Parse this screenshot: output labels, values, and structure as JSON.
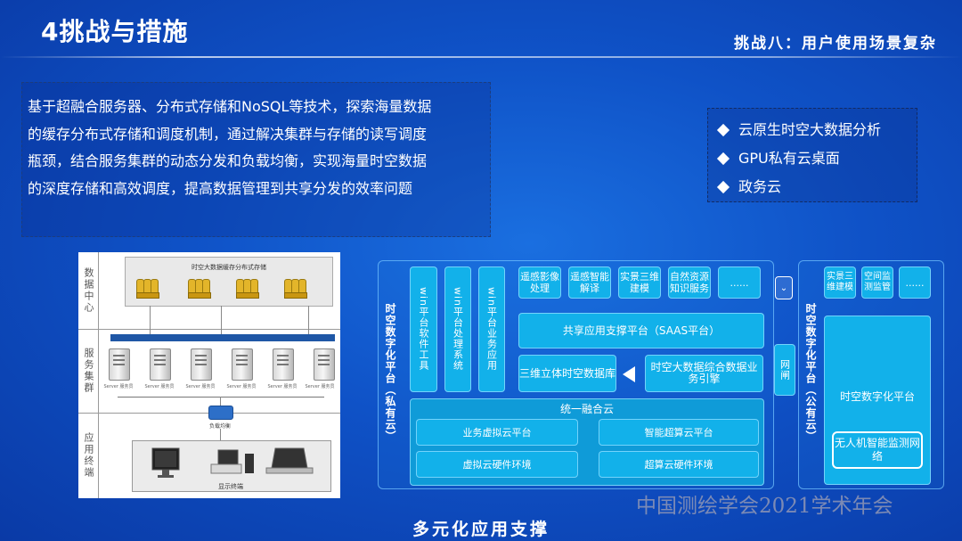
{
  "header": {
    "title": "4挑战与措施",
    "subtitle": "挑战八：用户使用场景复杂"
  },
  "description_lines": [
    "基于超融合服务器、分布式存储和NoSQL等技术，探索海量数据",
    "的缓存分布式存储和调度机制，通过解决集群与存储的读写调度",
    "瓶颈，结合服务集群的动态分发和负载均衡，实现海量时空数据",
    "的深度存储和高效调度，提高数据管理到共享分发的效率问题"
  ],
  "bullets": [
    "云原生时空大数据分析",
    "GPU私有云桌面",
    "政务云"
  ],
  "left_diagram": {
    "rows": [
      "数据中心",
      "服务集群",
      "应用终端"
    ],
    "storage_label": "时空大数据缓存分布式存储",
    "server_labels": [
      "Server 服务员",
      "Server 服务员",
      "Server 服务员",
      "Server 服务员",
      "Server 服务员",
      "Server 服务员"
    ],
    "switch_label": "负载均衡",
    "terminal_label": "显示终端"
  },
  "private_cloud": {
    "side_label": "时空数字化平台（私有云）",
    "win_tools": [
      "win平台软件工具",
      "win平台处理系统",
      "win平台业务应用"
    ],
    "top_services": [
      "遥感影像处理",
      "遥感智能解译",
      "实景三维建模",
      "自然资源知识服务",
      "......"
    ],
    "saas": "共享应用支撑平台（SAAS平台）",
    "db3d": "三维立体时空数据库",
    "bigdata_engine": "时空大数据综合数据业务引擎",
    "unified_cloud": "统一融合云",
    "virtual_cloud": "业务虚拟云平台",
    "supercomp_cloud": "智能超算云平台",
    "virtual_hw": "虚拟云硬件环境",
    "supercomp_hw": "超算云硬件环境"
  },
  "gateway": "网闸",
  "public_cloud": {
    "side_label": "时空数字化平台（公有云）",
    "top_services": [
      "实景三维建模",
      "空间监测监管",
      "......"
    ],
    "platform": "时空数字化平台",
    "uav": "无人机智能监测网络"
  },
  "watermark": "中国测绘学会2021学术年会",
  "footer": "多元化应用支撑"
}
